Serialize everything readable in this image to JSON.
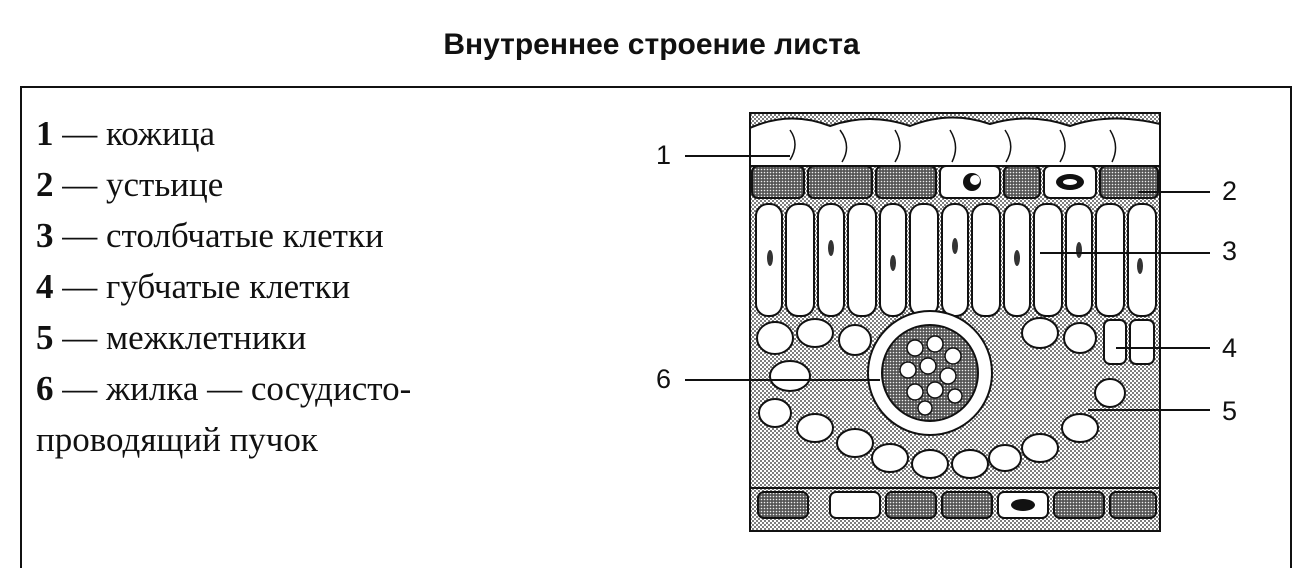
{
  "title": "Внутреннее строение листа",
  "legend": [
    {
      "num": "1",
      "dash": " — ",
      "text": "кожица"
    },
    {
      "num": "2",
      "dash": " — ",
      "text": "устьице"
    },
    {
      "num": "3",
      "dash": " — ",
      "text": "столбчатые клетки"
    },
    {
      "num": "4",
      "dash": " — ",
      "text": "губчатые клетки"
    },
    {
      "num": "5",
      "dash": " — ",
      "text": "межклетники"
    },
    {
      "num": "6",
      "dash": " — ",
      "text": "жилка — сосудисто-",
      "cont": "проводящий пучок"
    }
  ],
  "figure_labels": [
    "1",
    "2",
    "3",
    "4",
    "5",
    "6"
  ]
}
